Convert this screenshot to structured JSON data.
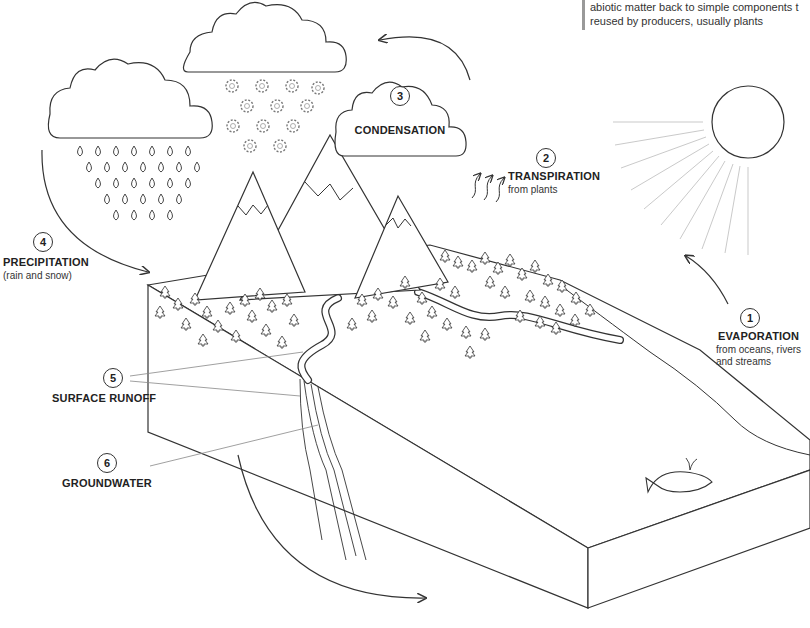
{
  "diagram": {
    "nodes": [
      {
        "text": [
          "CONDENSATION"
        ]
      },
      {
        "text": [
          "3"
        ],
        "in": 0
      },
      {
        "text": [
          "2"
        ]
      },
      {
        "text": [
          "4"
        ]
      },
      {
        "text": [
          "1"
        ]
      },
      {
        "text": [
          "5"
        ]
      },
      {
        "text": [
          "6"
        ]
      }
    ],
    "labels": [
      "abiotic matter back to simple components t",
      "reused by producers, usually plants",
      "TRANSPIRATION",
      "from plants",
      "PRECIPITATION",
      "(rain and snow)",
      "EVAPORATION",
      "from oceans, rivers and streams",
      "SURFACE RUNOFF",
      "GROUNDWATER"
    ]
  }
}
